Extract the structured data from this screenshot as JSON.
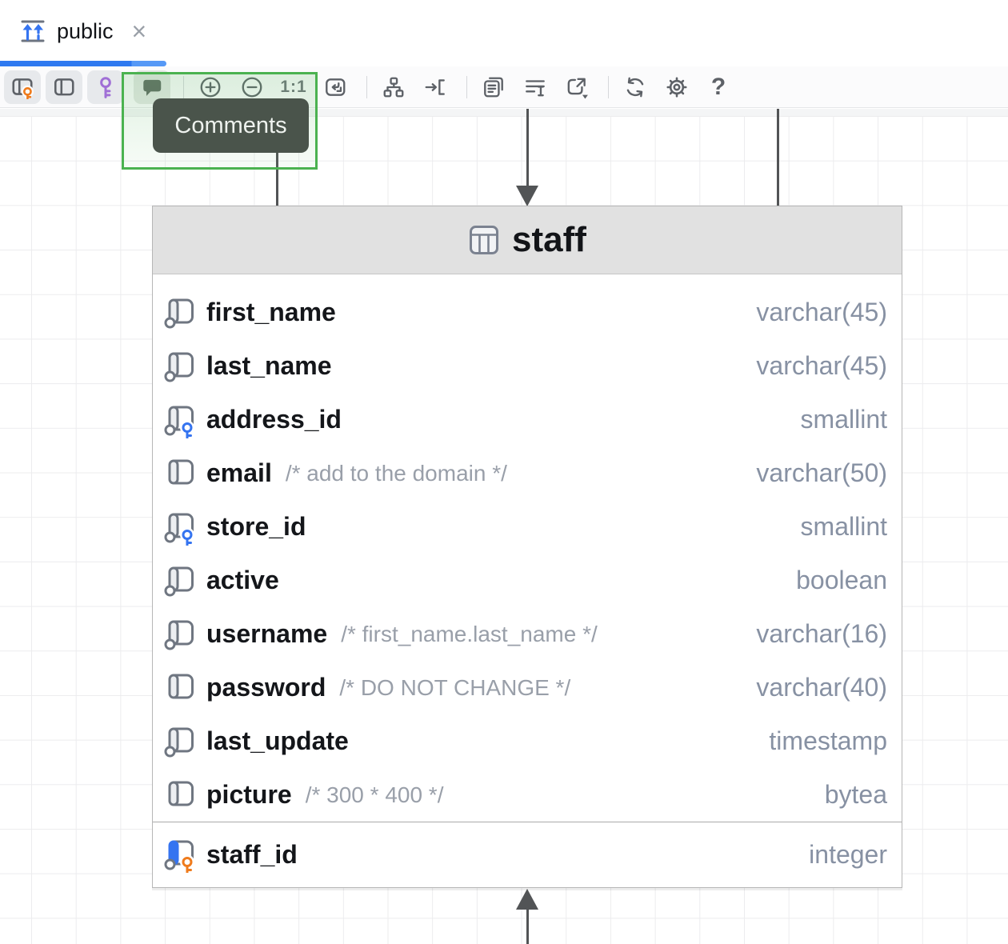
{
  "tab": {
    "label": "public",
    "close_glyph": "×",
    "icon": "schema-arrows-up-icon"
  },
  "progress": {
    "visible": true,
    "color": "#2e79f0"
  },
  "toolbar": {
    "buttons": [
      {
        "name": "show-key-columns-button",
        "icon": "table-orange-key-icon",
        "active": true
      },
      {
        "name": "show-columns-button",
        "icon": "columns-icon",
        "active": true
      },
      {
        "name": "show-keys-button",
        "icon": "purple-key-icon",
        "active": true
      },
      {
        "name": "show-comments-button",
        "icon": "comment-bubble-icon",
        "active": true
      },
      {
        "name": "zoom-in-button",
        "icon": "circle-plus-icon"
      },
      {
        "name": "zoom-out-button",
        "icon": "circle-minus-icon"
      },
      {
        "name": "actual-size-button",
        "icon": "text-1:1"
      },
      {
        "name": "fit-content-button",
        "icon": "fit-frame-icon"
      },
      {
        "name": "apply-layout-button",
        "icon": "org-chart-icon"
      },
      {
        "name": "jump-into-button",
        "icon": "arrow-into-bracket-icon"
      },
      {
        "name": "copy-diagram-button",
        "icon": "copy-document-icon"
      },
      {
        "name": "edit-source-button",
        "icon": "lines-caret-icon"
      },
      {
        "name": "export-button",
        "icon": "export-arrow-icon"
      },
      {
        "name": "refresh-button",
        "icon": "refresh-icon"
      },
      {
        "name": "settings-button",
        "icon": "gear-icon"
      },
      {
        "name": "help-button",
        "icon": "question-mark"
      }
    ],
    "actual_size_label": "1:1",
    "help_label": "?"
  },
  "tooltip": {
    "label": "Comments"
  },
  "diagram": {
    "table": {
      "title": "staff",
      "title_icon": "table-grid-icon",
      "columns": [
        {
          "name": "first_name",
          "comment": "",
          "type": "varchar(45)",
          "icon": "column-notnull"
        },
        {
          "name": "last_name",
          "comment": "",
          "type": "varchar(45)",
          "icon": "column-notnull"
        },
        {
          "name": "address_id",
          "comment": "",
          "type": "smallint",
          "icon": "column-fk"
        },
        {
          "name": "email",
          "comment": "/* add to the domain */",
          "type": "varchar(50)",
          "icon": "column"
        },
        {
          "name": "store_id",
          "comment": "",
          "type": "smallint",
          "icon": "column-fk"
        },
        {
          "name": "active",
          "comment": "",
          "type": "boolean",
          "icon": "column-notnull"
        },
        {
          "name": "username",
          "comment": "/* first_name.last_name */",
          "type": "varchar(16)",
          "icon": "column-notnull"
        },
        {
          "name": "password",
          "comment": "/* DO NOT CHANGE */",
          "type": "varchar(40)",
          "icon": "column"
        },
        {
          "name": "last_update",
          "comment": "",
          "type": "timestamp",
          "icon": "column-notnull"
        },
        {
          "name": "picture",
          "comment": "/* 300 * 400 */",
          "type": "bytea",
          "icon": "column"
        }
      ],
      "key_columns": [
        {
          "name": "staff_id",
          "comment": "",
          "type": "integer",
          "icon": "column-pk"
        }
      ]
    },
    "connectors": [
      {
        "position": "top-left",
        "arrowhead": "none"
      },
      {
        "position": "top-center",
        "arrowhead": "down"
      },
      {
        "position": "top-right",
        "arrowhead": "none"
      },
      {
        "position": "bottom-center",
        "arrowhead": "up"
      }
    ]
  },
  "colors": {
    "accent_blue": "#3574f0",
    "fk_key": "#3574f0",
    "pk_key": "#ef7b1c",
    "toolbar_key": "#a06fd6",
    "highlight_green": "#4bb250",
    "tooltip_bg": "#4a544b",
    "type_text": "#8791a3",
    "comment_text": "#999fa9",
    "header_bg": "#e1e1e1"
  }
}
